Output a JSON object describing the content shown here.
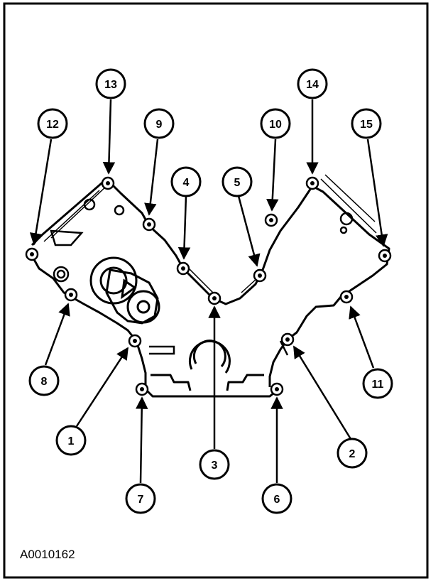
{
  "figure": {
    "id_label": "A0010162"
  },
  "callouts": [
    {
      "num": "1"
    },
    {
      "num": "2"
    },
    {
      "num": "3"
    },
    {
      "num": "4"
    },
    {
      "num": "5"
    },
    {
      "num": "6"
    },
    {
      "num": "7"
    },
    {
      "num": "8"
    },
    {
      "num": "9"
    },
    {
      "num": "10"
    },
    {
      "num": "11"
    },
    {
      "num": "12"
    },
    {
      "num": "13"
    },
    {
      "num": "14"
    },
    {
      "num": "15"
    }
  ],
  "colors": {
    "ink": "#000000",
    "paper": "#ffffff"
  }
}
